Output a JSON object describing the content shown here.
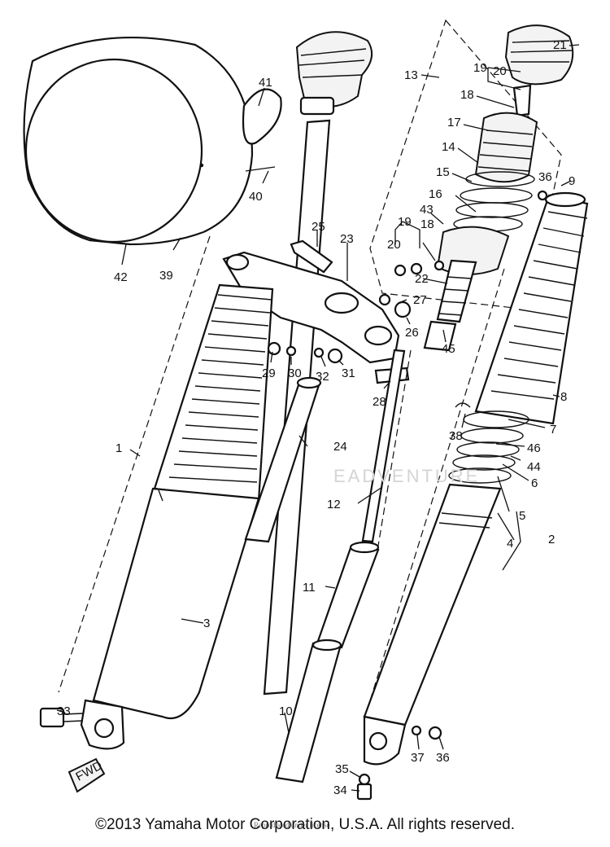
{
  "diagram": {
    "callouts": [
      "1",
      "2",
      "3",
      "4",
      "5",
      "6",
      "7",
      "8",
      "9",
      "10",
      "11",
      "12",
      "13",
      "14",
      "15",
      "16",
      "17",
      "18",
      "18",
      "19",
      "19",
      "20",
      "20",
      "21",
      "22",
      "23",
      "24",
      "25",
      "26",
      "26",
      "27",
      "28",
      "29",
      "30",
      "31",
      "32",
      "33",
      "34",
      "35",
      "36",
      "36",
      "37",
      "38",
      "39",
      "40",
      "41",
      "42",
      "43",
      "44",
      "45",
      "46"
    ],
    "watermark_text": "EADVENTURE",
    "front_arrow_label": "FWD",
    "colors": {
      "ink": "#111111",
      "paper": "#ffffff",
      "watermark": "#d4d4d4"
    }
  },
  "footer": {
    "copyright": "©2013 Yamaha Motor Corporation, U.S.A. All rights reserved.",
    "subnote": "Reproduced under license"
  }
}
